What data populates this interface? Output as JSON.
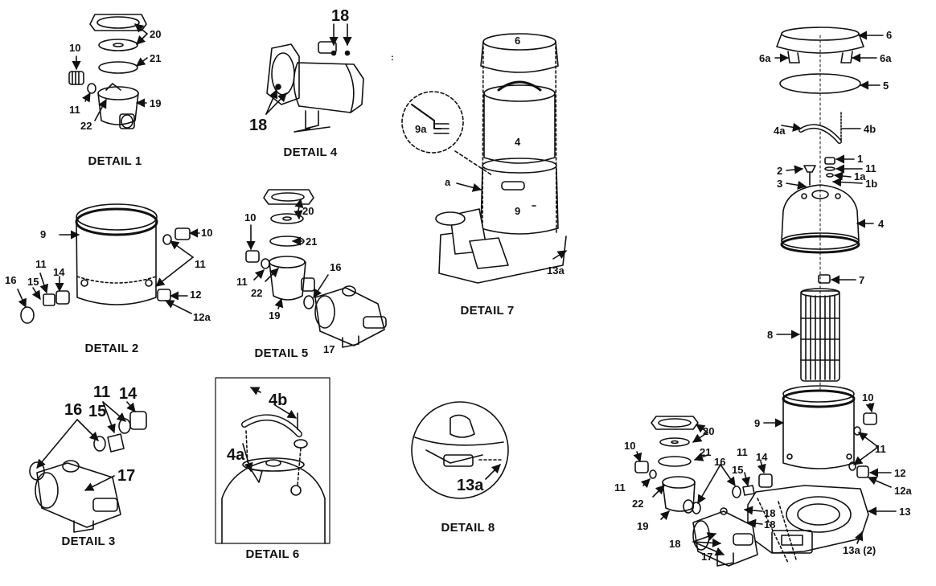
{
  "captions": {
    "d1": "DETAIL 1",
    "d2": "DETAIL 2",
    "d3": "DETAIL 3",
    "d4": "DETAIL 4",
    "d5": "DETAIL 5",
    "d6": "DETAIL 6",
    "d7": "DETAIL 7",
    "d8": "DETAIL 8"
  },
  "callouts": {
    "n1": "1",
    "n1a": "1a",
    "n1b": "1b",
    "n2": "2",
    "n3": "3",
    "n4": "4",
    "n4a": "4a",
    "n4b": "4b",
    "n5": "5",
    "n6": "6",
    "n6a": "6a",
    "n7": "7",
    "n8": "8",
    "n9": "9",
    "n9a": "9a",
    "n10": "10",
    "n11": "11",
    "n12": "12",
    "n12a": "12a",
    "n13": "13",
    "n13a": "13a",
    "n13a2": "13a (2)",
    "n14": "14",
    "n15": "15",
    "n16": "16",
    "n17": "17",
    "n18": "18",
    "n19": "19",
    "n20": "20",
    "n21": "21",
    "n22": "22",
    "na": "a"
  }
}
